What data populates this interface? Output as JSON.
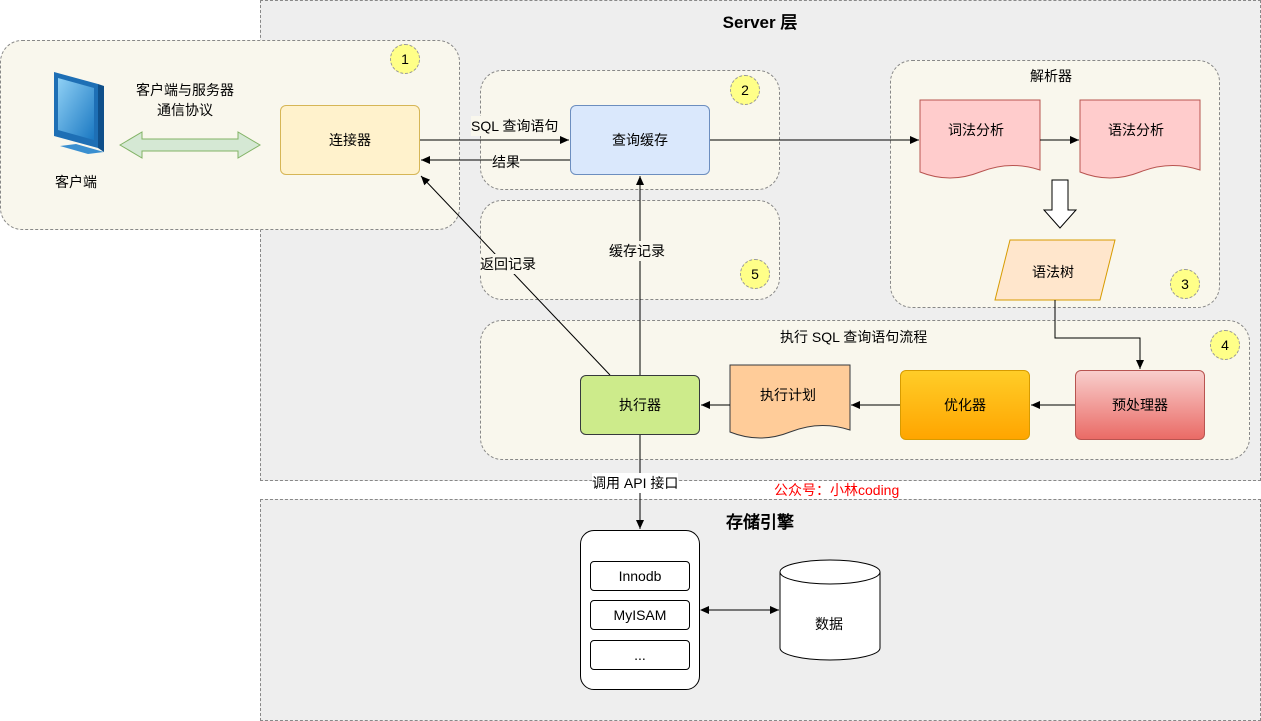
{
  "server_layer": {
    "title": "Server 层"
  },
  "storage_layer": {
    "title": "存储引擎"
  },
  "client": {
    "label": "客户端",
    "protocol_line1": "客户端与服务器",
    "protocol_line2": "通信协议"
  },
  "connector": {
    "label": "连接器",
    "badge": "1"
  },
  "query_cache": {
    "label": "查询缓存",
    "badge": "2"
  },
  "cache_record": {
    "label": "缓存记录",
    "badge": "5"
  },
  "parser": {
    "title": "解析器",
    "lexical": "词法分析",
    "syntax": "语法分析",
    "tree": "语法树",
    "badge": "3"
  },
  "execution": {
    "title": "执行 SQL 查询语句流程",
    "badge": "4",
    "preprocessor": "预处理器",
    "optimizer": "优化器",
    "plan": "执行计划",
    "executor": "执行器"
  },
  "edges": {
    "sql_query": "SQL 查询语句",
    "result": "结果",
    "return_record": "返回记录",
    "call_api": "调用 API 接口"
  },
  "watermark": "公众号：小林coding",
  "engines": [
    "Innodb",
    "MyISAM",
    "..."
  ],
  "data_store": {
    "label": "数据"
  },
  "colors": {
    "connector": "#fff2cc",
    "query_cache": "#dae8fc",
    "lexical": "#ffcccc",
    "tree": "#ffe6cc",
    "preprocessor": "#f8cecc",
    "optimizer": "#ffcd28",
    "plan": "#ffcc99",
    "executor": "#cdeb8b",
    "client_arrow": "#d5e8d4",
    "watermark": "#ff0000"
  }
}
